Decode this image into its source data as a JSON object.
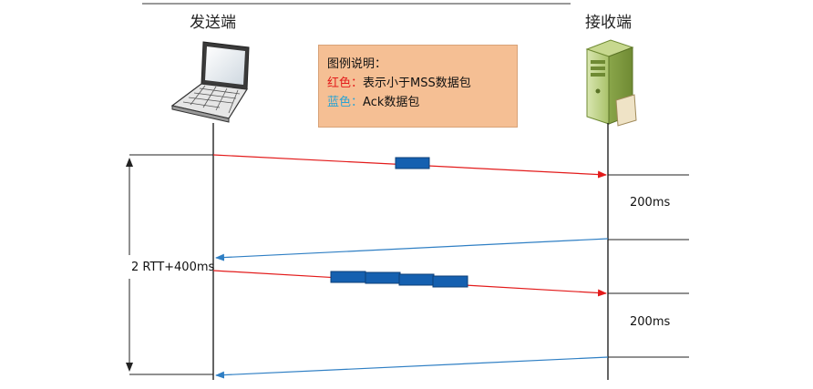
{
  "sender": {
    "title": "发送端"
  },
  "receiver": {
    "title": "接收端"
  },
  "legend": {
    "heading": "图例说明：",
    "red_key": "红色",
    "red_sep": "：",
    "red_desc": "表示小于MSS数据包",
    "blue_key": "蓝色",
    "blue_sep": "：",
    "blue_desc": "Ack数据包",
    "bg": "#f5bf94"
  },
  "labels": {
    "delay_1": "200ms",
    "delay_2": "200ms",
    "total": "2 RTT+400ms"
  },
  "colors": {
    "data_arrow": "#e31b1b",
    "ack_arrow": "#2f7fc4",
    "packet": "#1560b0",
    "timeline": "#222222"
  },
  "icons": {
    "sender": "laptop-icon",
    "receiver": "server-icon"
  }
}
